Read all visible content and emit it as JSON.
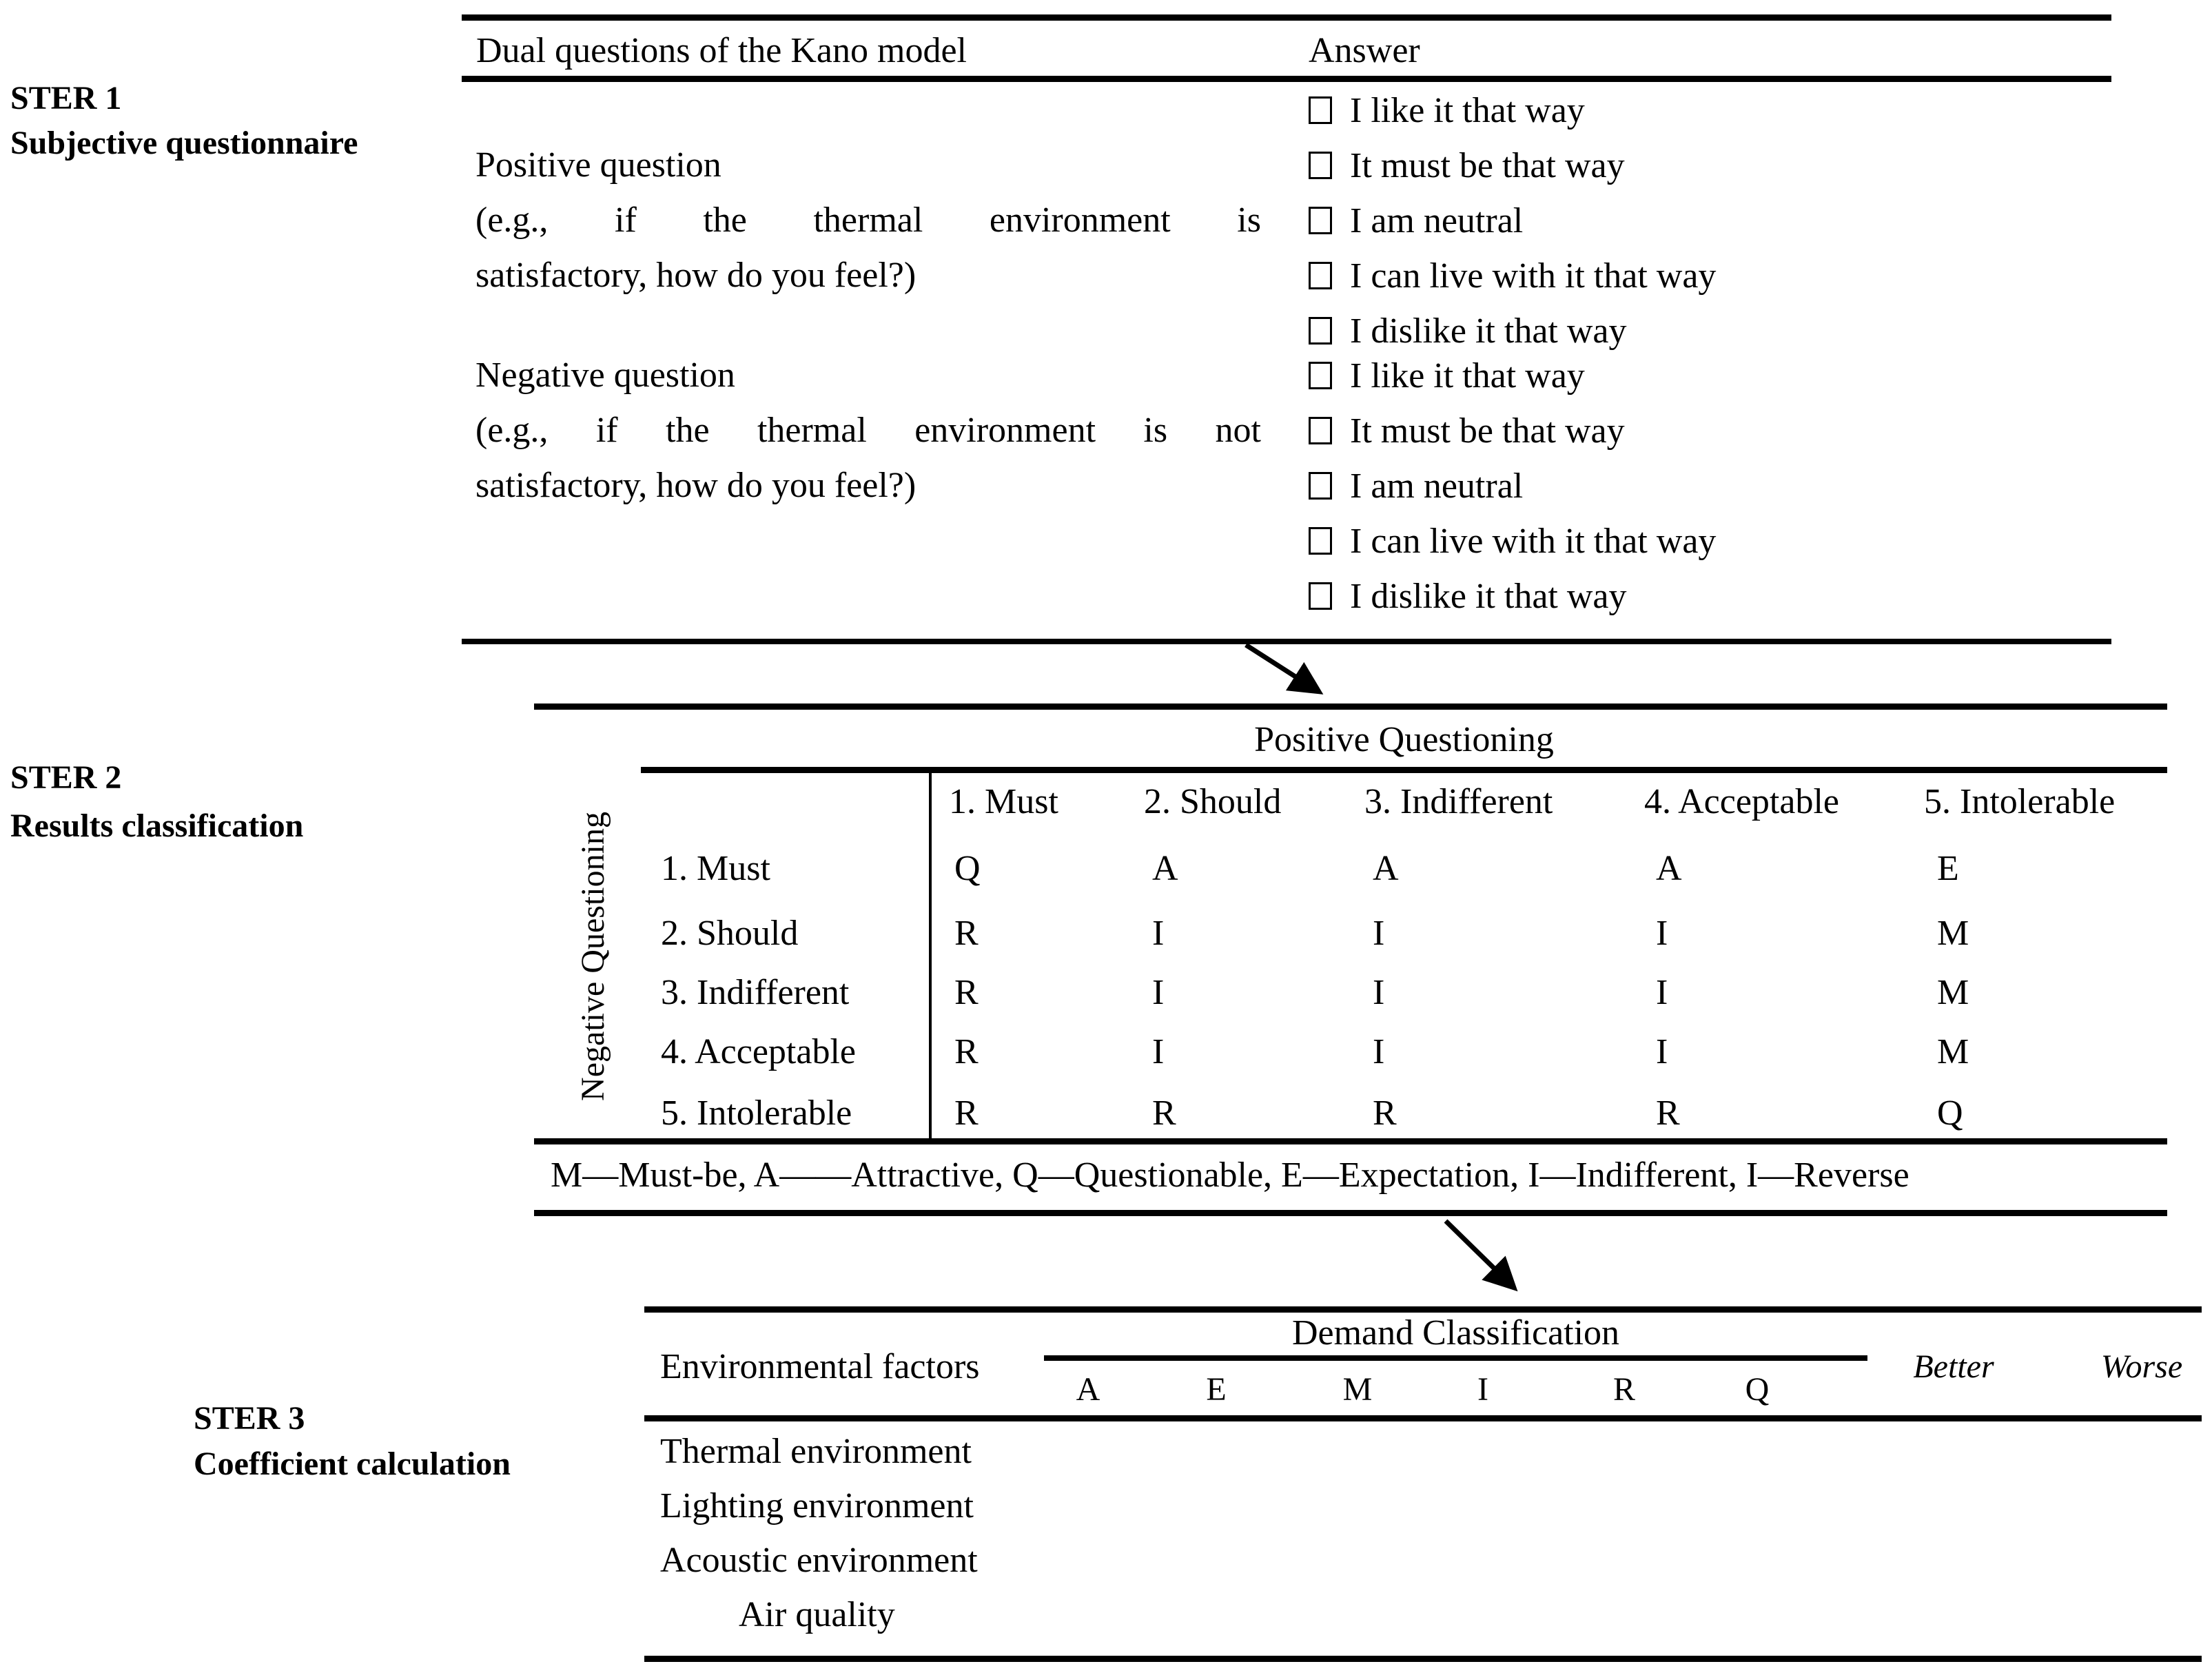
{
  "colors": {
    "ink": "#000000",
    "paper": "#ffffff"
  },
  "steps": {
    "step1": {
      "line1": "STER 1",
      "line2": "Subjective questionnaire"
    },
    "step2": {
      "line1": "STER 2",
      "line2": "Results classification"
    },
    "step3": {
      "line1": "STER 3",
      "line2": "Coefficient calculation"
    }
  },
  "questionnaire": {
    "header_questions": "Dual questions of the Kano model",
    "header_answer": "Answer",
    "positive": {
      "title": "Positive question",
      "example_line1": "(e.g., if the thermal environment is",
      "example_line2": "satisfactory, how do you feel?)",
      "answers": [
        "I like it that way",
        "It must be that way",
        "I am neutral",
        "I can live with it that way",
        "I dislike it that way"
      ]
    },
    "negative": {
      "title": "Negative question",
      "example_line1": "(e.g., if the thermal environment is not",
      "example_line2": "satisfactory, how do you feel?)",
      "answers": [
        "I like it that way",
        "It must be that way",
        "I am neutral",
        "I can live with it that way",
        "I dislike it that way"
      ]
    }
  },
  "classification": {
    "column_axis": "Positive Questioning",
    "row_axis": "Negative Questioning",
    "columns": [
      "1. Must",
      "2. Should",
      "3. Indifferent",
      "4. Acceptable",
      "5. Intolerable"
    ],
    "rows": [
      {
        "label": "1. Must",
        "cells": [
          "Q",
          "A",
          "A",
          "A",
          "E"
        ]
      },
      {
        "label": "2. Should",
        "cells": [
          "R",
          "I",
          "I",
          "I",
          "M"
        ]
      },
      {
        "label": "3. Indifferent",
        "cells": [
          "R",
          "I",
          "I",
          "I",
          "M"
        ]
      },
      {
        "label": "4. Acceptable",
        "cells": [
          "R",
          "I",
          "I",
          "I",
          "M"
        ]
      },
      {
        "label": "5. Intolerable",
        "cells": [
          "R",
          "R",
          "R",
          "R",
          "Q"
        ]
      }
    ],
    "legend": "M—Must-be, A——Attractive, Q—Questionable, E—Expectation, I—Indifferent, I—Reverse"
  },
  "coefficient": {
    "factors_header": "Environmental factors",
    "group_header": "Demand Classification",
    "letters": [
      "A",
      "E",
      "M",
      "I",
      "R",
      "Q"
    ],
    "better": "Better",
    "worse": "Worse",
    "factors": [
      "Thermal environment",
      "Lighting environment",
      "Acoustic environment",
      "Air quality"
    ]
  }
}
